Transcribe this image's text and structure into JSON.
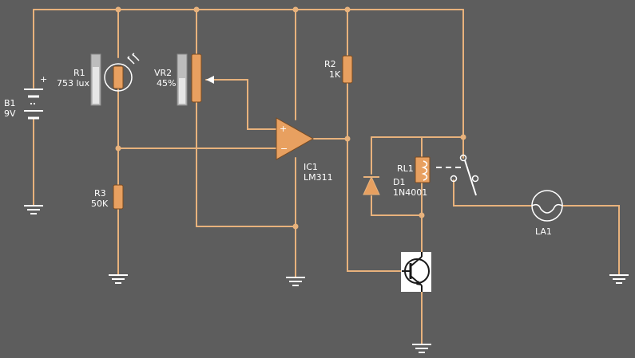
{
  "colors": {
    "background": "#5d5d5d",
    "wire": "#e8b27c",
    "component": "#e8a060",
    "text": "#ffffff"
  },
  "components": {
    "b1": {
      "ref": "B1",
      "value": "9V"
    },
    "r1": {
      "ref": "R1",
      "value": "753 lux"
    },
    "vr2": {
      "ref": "VR2",
      "value": "45%"
    },
    "r2": {
      "ref": "R2",
      "value": "1K"
    },
    "r3": {
      "ref": "R3",
      "value": "50K"
    },
    "ic1": {
      "ref": "IC1",
      "value": "LM311",
      "plus": "+",
      "minus": "−"
    },
    "rl1": {
      "ref": "RL1"
    },
    "d1": {
      "ref": "D1",
      "value": "1N4001"
    },
    "la1": {
      "ref": "LA1"
    },
    "b1_plus": "+"
  }
}
